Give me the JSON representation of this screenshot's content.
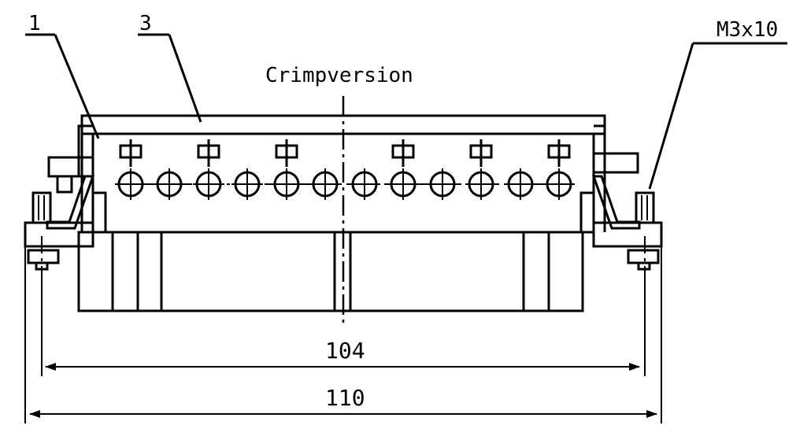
{
  "labels": {
    "callout_1": "1",
    "callout_3": "3",
    "screw": "M3x10",
    "section": "Crimpversion"
  },
  "dimensions": {
    "inner": "104",
    "outer": "110"
  },
  "contacts": {
    "count": 12
  }
}
